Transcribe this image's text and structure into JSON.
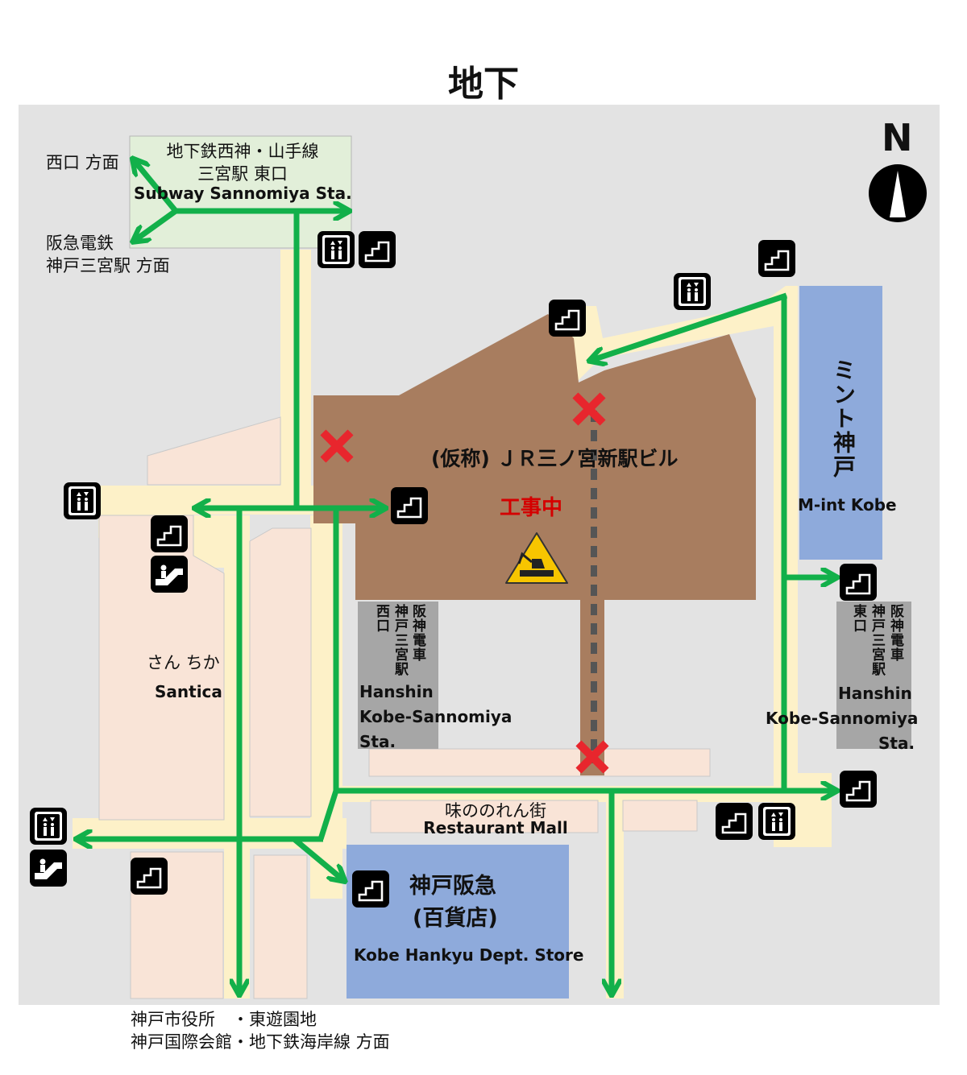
{
  "title": "地下",
  "compass": {
    "letter": "N",
    "icon": "north-arrow-icon"
  },
  "colors": {
    "background": "#e3e3e3",
    "walkway": "#fdf1c8",
    "route": "#12b04a",
    "building": "#a87d5f",
    "shop": "#f9e4d7",
    "station": "#a6a6a6",
    "dept": "#8eaadb",
    "closed": "#e8262d"
  },
  "labels": {
    "subway_jp": "地下鉄西神・山手線",
    "subway_jp2": "三宮駅 東口",
    "subway_en": "Subway Sannomiya Sta.",
    "west_exit": "西口 方面",
    "hankyu_1": "阪急電鉄",
    "hankyu_2": "神戸三宮駅 方面",
    "jr_building": "(仮称) ＪＲ三ノ宮新駅ビル",
    "construction": "工事中",
    "mint_jp": "ミント神戸",
    "mint_en": "M-int Kobe",
    "santica_jp": "さん ちか",
    "santica_en": "Santica",
    "hanshin_west_v1": "阪神電車",
    "hanshin_west_v2": "神戸三宮駅",
    "hanshin_west_v3": "西口",
    "hanshin_west_en1": "Hanshin",
    "hanshin_west_en2": "Kobe-Sannomiya",
    "hanshin_west_en3": "Sta.",
    "hanshin_east_v1": "阪神電車",
    "hanshin_east_v2": "神戸三宮駅",
    "hanshin_east_v3": "東口",
    "hanshin_east_en1": "Hanshin",
    "hanshin_east_en2": "Kobe-Sannomiya",
    "hanshin_east_en3": "Sta.",
    "restaurant_jp": "味ののれん街",
    "restaurant_en": "Restaurant Mall",
    "hankyu_dept_jp": "神戸阪急",
    "hankyu_dept_jp2": "(百貨店)",
    "hankyu_dept_en": "Kobe Hankyu Dept. Store",
    "bottom_1": "神戸市役所　・東遊園地",
    "bottom_2": "神戸国際会館・地下鉄海岸線 方面"
  }
}
